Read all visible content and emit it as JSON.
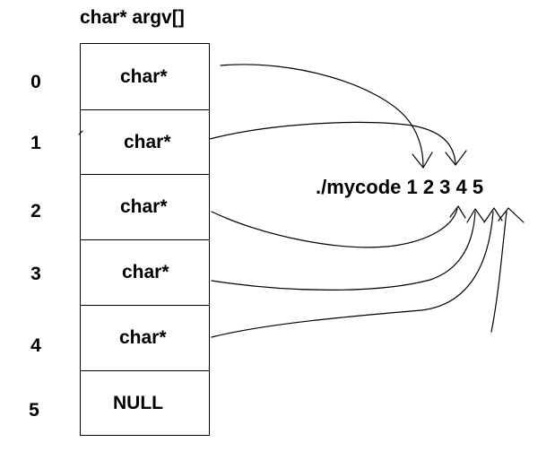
{
  "array_title": "char* argv[]",
  "indices": [
    "0",
    "1",
    "2",
    "3",
    "4",
    "5"
  ],
  "cells": [
    "char*",
    "char*",
    "char*",
    "char*",
    "char*",
    "NULL"
  ],
  "command_line": "./mycode 1 2 3 4 5"
}
